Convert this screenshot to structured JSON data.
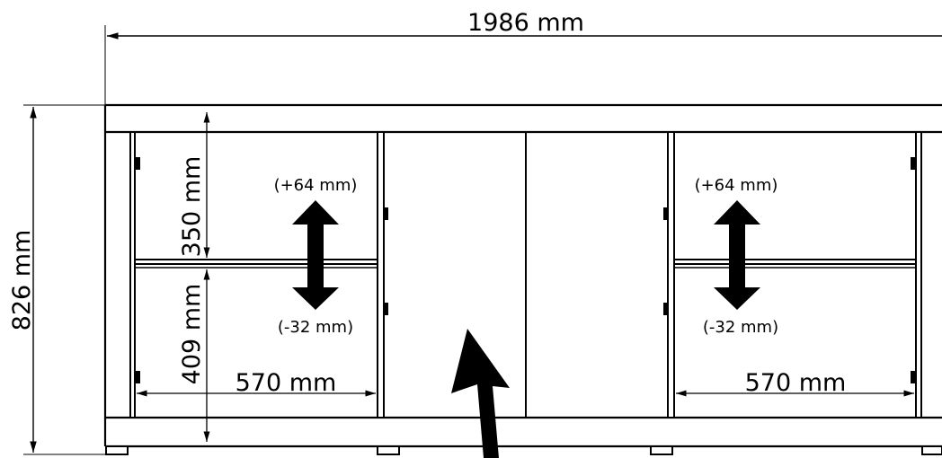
{
  "dimensions": {
    "overall_width": "1986 mm",
    "overall_height": "826 mm",
    "upper_shelf_height": "350 mm",
    "lower_shelf_height": "409 mm",
    "left_inner_width": "570 mm",
    "right_inner_width": "570 mm"
  },
  "adjustments": {
    "left_up": "(+64 mm)",
    "left_down": "(-32 mm)",
    "right_up": "(+64 mm)",
    "right_down": "(-32 mm)"
  },
  "colors": {
    "line": "#000000",
    "background": "#ffffff"
  },
  "icons": {
    "adjust_arrow": "double-headed-vertical-arrow",
    "pointer_arrow": "large-up-arrow"
  }
}
